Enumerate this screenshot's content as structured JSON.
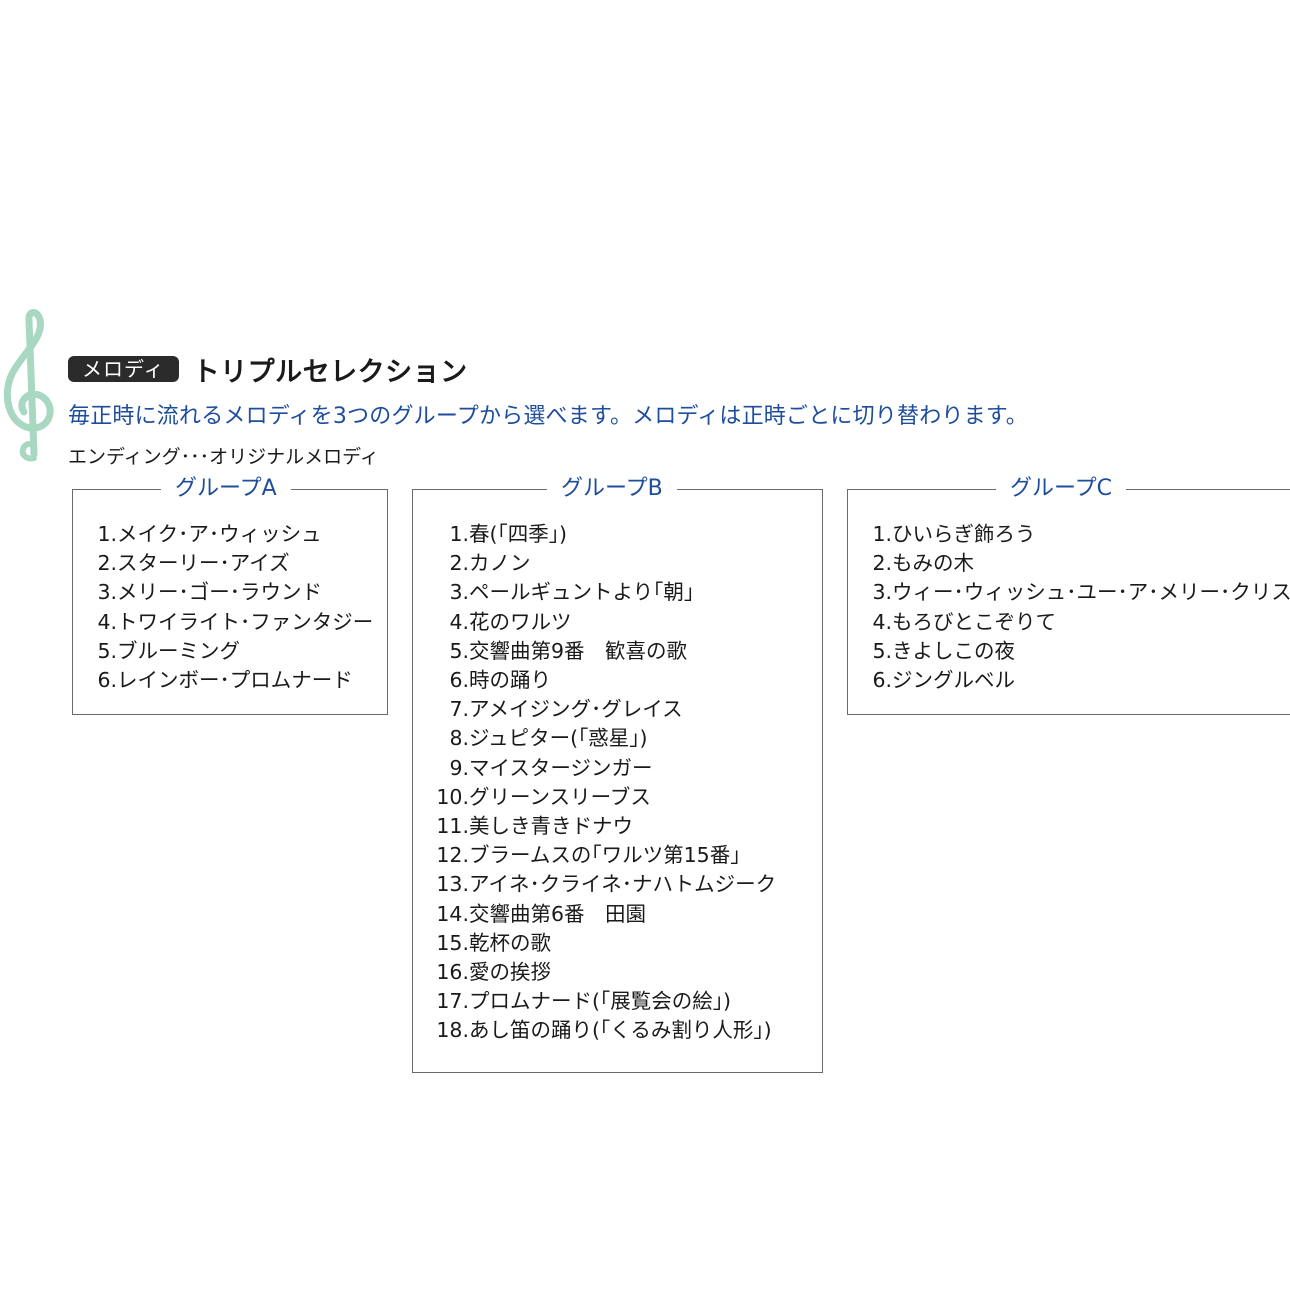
{
  "header": {
    "badge": "メロディ",
    "title": "トリプルセレクション"
  },
  "subtitle": "毎正時に流れるメロディを3つのグループから選べます。メロディは正時ごとに切り替わります。",
  "ending": "エンディング･･･オリジナルメロディ",
  "colors": {
    "accent_blue": "#1d4d9c",
    "clef_green": "#a9d8c2",
    "badge_bg": "#2b2b2b"
  },
  "icons": {
    "clef": "treble-clef-icon"
  },
  "groups": [
    {
      "title": "グループA",
      "items": [
        {
          "num": "1.",
          "text": "メイク･ア･ウィッシュ"
        },
        {
          "num": "2.",
          "text": "スターリー･アイズ"
        },
        {
          "num": "3.",
          "text": "メリー･ゴー･ラウンド"
        },
        {
          "num": "4.",
          "text": "トワイライト･ファンタジー"
        },
        {
          "num": "5.",
          "text": "ブルーミング"
        },
        {
          "num": "6.",
          "text": "レインボー･プロムナード"
        }
      ]
    },
    {
      "title": "グループB",
      "items": [
        {
          "num": "1.",
          "text": "春(｢四季｣)"
        },
        {
          "num": "2.",
          "text": "カノン"
        },
        {
          "num": "3.",
          "text": "ペールギュントより｢朝｣"
        },
        {
          "num": "4.",
          "text": "花のワルツ"
        },
        {
          "num": "5.",
          "text": "交響曲第9番　歓喜の歌"
        },
        {
          "num": "6.",
          "text": "時の踊り"
        },
        {
          "num": "7.",
          "text": "アメイジング･グレイス"
        },
        {
          "num": "8.",
          "text": "ジュピター(｢惑星｣)"
        },
        {
          "num": "9.",
          "text": "マイスタージンガー"
        },
        {
          "num": "10.",
          "text": "グリーンスリーブス"
        },
        {
          "num": "11.",
          "text": "美しき青きドナウ"
        },
        {
          "num": "12.",
          "text": "ブラームスの｢ワルツ第15番｣"
        },
        {
          "num": "13.",
          "text": "アイネ･クライネ･ナハトムジーク"
        },
        {
          "num": "14.",
          "text": "交響曲第6番　田園"
        },
        {
          "num": "15.",
          "text": "乾杯の歌"
        },
        {
          "num": "16.",
          "text": "愛の挨拶"
        },
        {
          "num": "17.",
          "text": "プロムナード(｢展覧会の絵｣)"
        },
        {
          "num": "18.",
          "text": "あし笛の踊り(｢くるみ割り人形｣)"
        }
      ]
    },
    {
      "title": "グループC",
      "items": [
        {
          "num": "1.",
          "text": "ひいらぎ飾ろう"
        },
        {
          "num": "2.",
          "text": "もみの木"
        },
        {
          "num": "3.",
          "text": "ウィー･ウィッシュ･ユー･ア･メリー･クリスマス"
        },
        {
          "num": "4.",
          "text": "もろびとこぞりて"
        },
        {
          "num": "5.",
          "text": "きよしこの夜"
        },
        {
          "num": "6.",
          "text": "ジングルベル"
        }
      ]
    }
  ]
}
